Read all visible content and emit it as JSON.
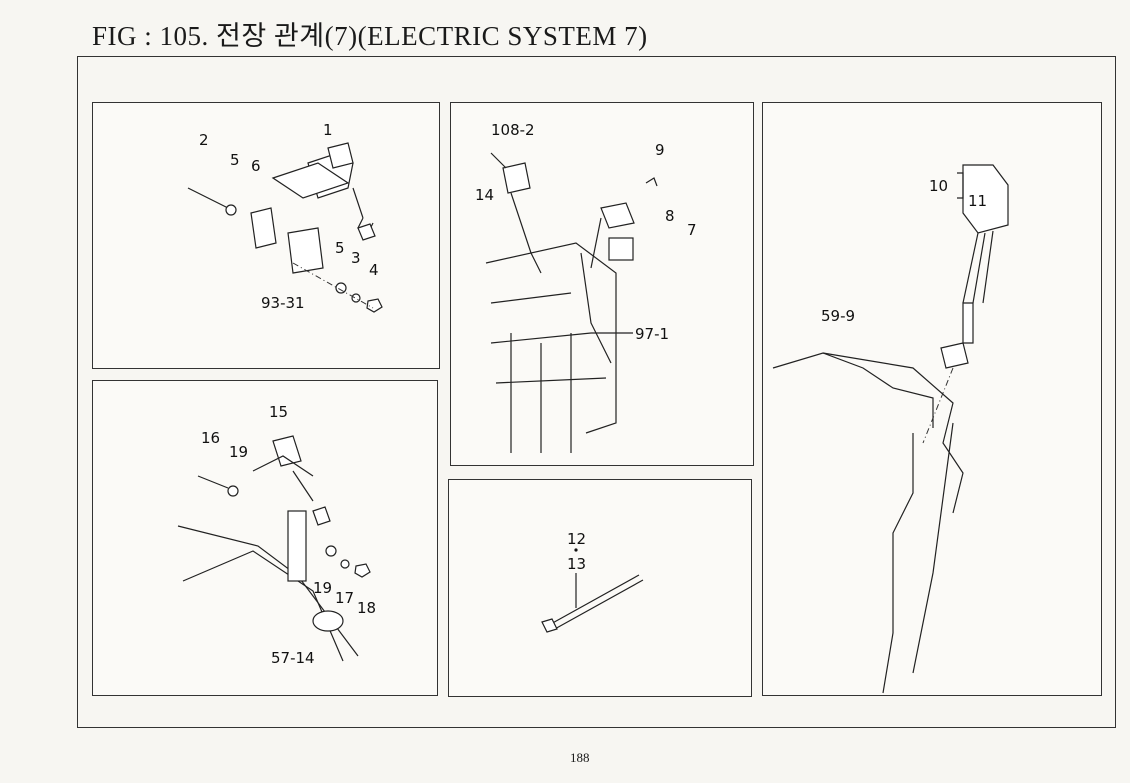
{
  "title": "FIG : 105. 전장 관계(7)(ELECTRIC SYSTEM 7)",
  "page_number": "188",
  "panels": {
    "a": {
      "labels": [
        "1",
        "2",
        "5",
        "6",
        "5",
        "3",
        "4",
        "93-31"
      ]
    },
    "b": {
      "labels": [
        "108-2",
        "14",
        "9",
        "8",
        "7",
        "97-1"
      ]
    },
    "c": {
      "labels": [
        "10",
        "11",
        "59-9"
      ]
    },
    "d": {
      "labels": [
        "15",
        "16",
        "19",
        "19",
        "17",
        "18",
        "57-14"
      ]
    },
    "e": {
      "labels": [
        "12",
        "13"
      ]
    }
  }
}
